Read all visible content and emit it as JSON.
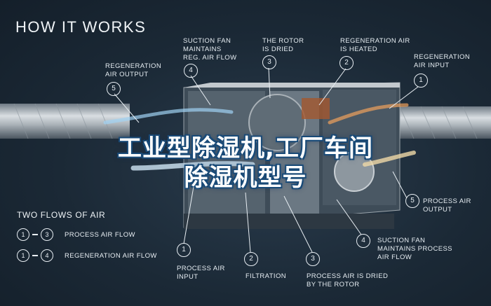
{
  "title": "HOW IT WORKS",
  "watermark": {
    "line1": "工业型除湿机,工厂车间",
    "line2": "除湿机型号"
  },
  "top_labels": [
    {
      "num": "5",
      "text": "REGENERATION\nAIR OUTPUT"
    },
    {
      "num": "4",
      "text": "SUCTION FAN\nMAINTAINS\nREG. AIR FLOW"
    },
    {
      "num": "3",
      "text": "THE ROTOR\nIS DRIED"
    },
    {
      "num": "2",
      "text": "REGENERATION AIR\nIS HEATED"
    },
    {
      "num": "1",
      "text": "REGENERATION\nAIR INPUT"
    }
  ],
  "right_labels": [
    {
      "num": "5",
      "text": "PROCESS AIR\nOUTPUT"
    },
    {
      "num": "4",
      "text": "SUCTION FAN\nMAINTAINS PROCESS\nAIR FLOW"
    }
  ],
  "bottom_labels": [
    {
      "num": "1",
      "text": "PROCESS AIR\nINPUT"
    },
    {
      "num": "2",
      "text": "FILTRATION"
    },
    {
      "num": "3",
      "text": "PROCESS AIR IS DRIED\nBY THE ROTOR"
    }
  ],
  "legend": {
    "title": "TWO FLOWS OF AIR",
    "rows": [
      {
        "from": "1",
        "to": "3",
        "text": "PROCESS AIR FLOW"
      },
      {
        "from": "1",
        "to": "4",
        "text": "REGENERATION AIR FLOW"
      }
    ]
  },
  "colors": {
    "background": "#1b2936",
    "text": "#e8eef3",
    "watermark_outline": "#1a4b78"
  }
}
